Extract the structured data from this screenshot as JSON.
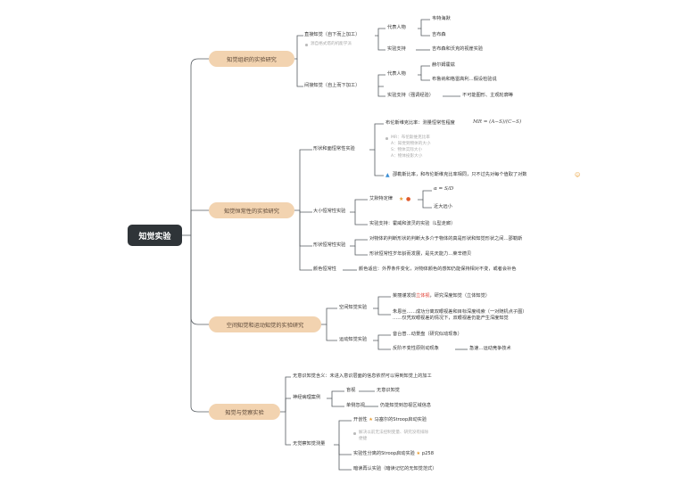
{
  "root": "知觉实验",
  "colors": {
    "line": "#555b60",
    "pill": "#f2d3b0",
    "root_bg": "#2f3438"
  },
  "sections": {
    "s1": {
      "title": "知觉组织的实验研究",
      "direct": {
        "label": "直接知觉（自下而上加工）",
        "note": "源自格式塔的机能学派",
        "rep_label": "代表人物",
        "rep": [
          "韦特海默",
          "吉布森"
        ],
        "support_label": "实验支持",
        "support": "吉布森和沃克的视崖实验"
      },
      "indirect": {
        "label": "间接知觉（自上而下加工）",
        "rep_label": "代表人物",
        "rep": [
          "赫尔姆霍兹",
          "布鲁纳和格雷高利…假设检验说"
        ],
        "support_label": "实验支持（强调经验）",
        "support": "不可能图形、主观轮廓等"
      }
    },
    "s2": {
      "title": "知觉恒常性的实验研究",
      "shape": {
        "label": "形状和面恒常性实验",
        "formula_text": "布伦斯维克比率：测量恒常性程度",
        "formula_math": "MR = (A−S)/(C−S)",
        "notes": [
          "MR：布伦斯维克比率",
          "A：知觉到物体的大小",
          "S：物体实际大小",
          "A：物体投影大小"
        ],
        "thouless": "邵勒斯比率，和布伦斯维克比率相同，只不过先对每个值取了对数"
      },
      "size": {
        "label": "大小恒常性实验",
        "emmert": "艾默特定律",
        "formula": "α = S/D",
        "farnear": "近大远小",
        "support": "实验支持：霍威和波灵的实验（L型走廊）"
      },
      "form": {
        "label": "形状恒常性实验",
        "items": [
          "对物体的判断形状的判断大多介于物体的真是形状和知觉形状之间…邵勒斯",
          "形状恒常性岁年龄而发展，是先天能力…莱辛德贝"
        ]
      },
      "color": {
        "label": "颜色恒常性",
        "text": "颜色适应：外界条件变化，对物体颜色的感知仍能保持相对不变，或者会补色"
      }
    },
    "s3": {
      "title": "空间知觉和运动知觉的实验研究",
      "space": {
        "label": "空间知觉实验",
        "item1_a": "茱丽谨发现",
        "item1_b": "立体视",
        "item1_c": "，研究深度知觉（立体知觉）",
        "item2_line1": "朱恩丝……成功分离双眼视差和目标深度线索（一对随机点子图）",
        "item2_line2": "……仅凭双眼视差的情况下，双眼视差仍能产生深度知觉"
      },
      "motion": {
        "label": "运动知觉实验",
        "items": [
          "音台普…动景盘（研究似动现象）",
          "反阶不变性原则动现象"
        ],
        "tail": "急速…运动竞争技术"
      }
    },
    "s4": {
      "title": "知觉与觉察实验",
      "unconscious": "无意识知觉含义：未进入意识层面的信息依然可以得到知觉上的加工",
      "neuro": {
        "label": "神经病理案例",
        "blind": "盲视",
        "blind_tail": "无意识知觉",
        "neglect": "单侧忽视",
        "neglect_tail": "仍能知觉到忽视区域信息"
      },
      "paradigm": {
        "label": "无觉察知觉测量",
        "top": "开创性",
        "top_tail": "马塞尔的Stroop启动实验",
        "note_line1": "解决以前无法控制变量、研究没有排除",
        "note_line2": "便捷",
        "item2_a": "实验性分离的Stroop启动实验",
        "item2_b": "p258",
        "item3": "暗读再认实验（暗读记忆的无知觉范式）"
      }
    }
  }
}
